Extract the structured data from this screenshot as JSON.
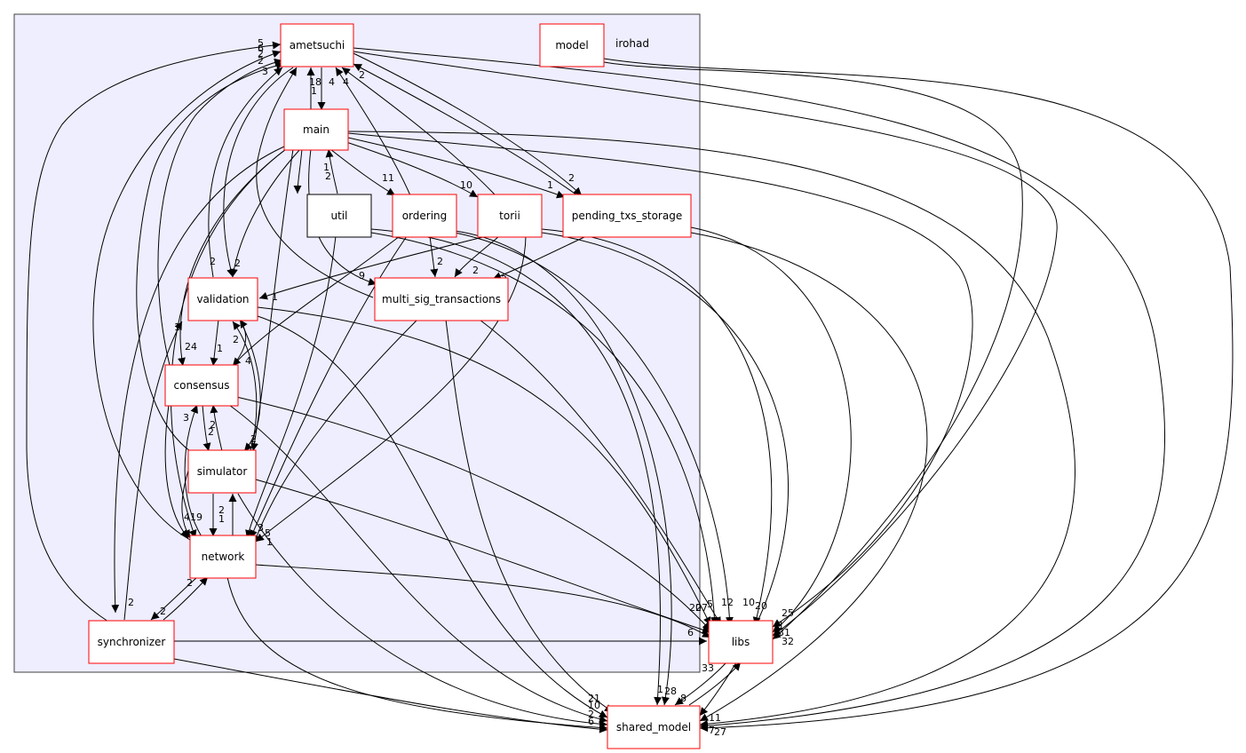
{
  "cluster": {
    "label": "irohad",
    "fill": "#eeeeff",
    "stroke": "#404040"
  },
  "colors": {
    "node_border_red": "#ff0000",
    "node_border_black": "#000000",
    "edge": "#000000"
  },
  "nodes": {
    "ametsuchi": "ametsuchi",
    "model": "model",
    "main": "main",
    "util": "util",
    "ordering": "ordering",
    "torii": "torii",
    "pending_txs_storage": "pending_txs_storage",
    "validation": "validation",
    "multi_sig_transactions": "multi_sig_transactions",
    "consensus": "consensus",
    "simulator": "simulator",
    "network": "network",
    "synchronizer": "synchronizer",
    "libs": "libs",
    "shared_model": "shared_model"
  },
  "edge_labels": {
    "a_main_18": "18",
    "a_main_1": "1",
    "a_main_4": "4",
    "a_ord_4": "4",
    "a_pend_2": "2",
    "a_sync_3": "3",
    "a_stack_1": "5",
    "a_stack_2": "6",
    "a_stack_3": "2",
    "a_stack_4": "2",
    "main_util_2": "2",
    "util_main_1": "1",
    "main_ord_11": "11",
    "main_torii_10": "10",
    "main_pend_1": "1",
    "pend_a_2": "2",
    "main_val_2": "2",
    "a_val_2": "2",
    "main_msig_9": "9",
    "torii_val_1": "1",
    "ord_msig_2": "2",
    "torii_msig_2": "2",
    "pend_msig_2": "2",
    "val_cons_1": "1",
    "main_cons_24": "24",
    "cons_val_2": "2",
    "val_sim_4": "4",
    "sim_cons_2": "2",
    "cons_sim_2": "2",
    "cons_sim_3": "3",
    "sim_val_2": "2",
    "sync_val_1": "1",
    "sim_net_2": "2",
    "net_sim_1": "1",
    "main_net_4": "4",
    "net_19": "19",
    "net_5": "5",
    "net_1": "1",
    "net_3": "3",
    "sync_net_2": "2",
    "net_sync_2": "2",
    "sync_2": "2",
    "sync_libs_6": "6",
    "libs_20a": "20",
    "libs_27": "27",
    "libs_5": "5",
    "libs_12": "12",
    "libs_10": "10",
    "libs_20b": "20",
    "libs_25": "25",
    "libs_1": "1",
    "libs_31": "31",
    "libs_32": "32",
    "libs_33": "33",
    "sm_1": "1",
    "sm_28": "28",
    "sm_8": "8",
    "sm_21": "21",
    "sm_10": "10",
    "sm_2": "2",
    "sm_6": "6",
    "sm_11": "11",
    "sm_7": "7",
    "sm_27": "27"
  }
}
